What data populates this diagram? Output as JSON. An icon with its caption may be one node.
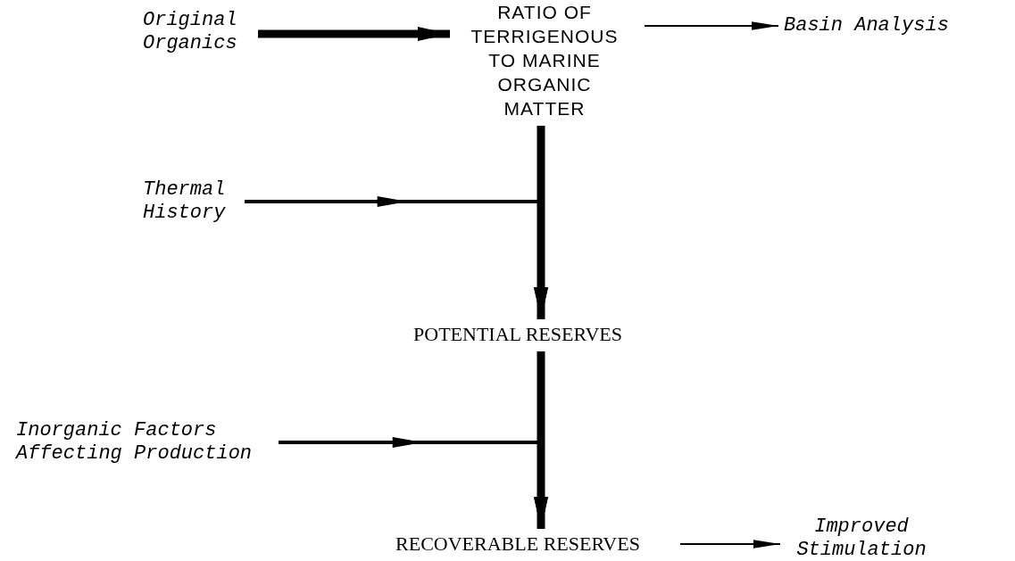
{
  "diagram": {
    "nodes": [
      {
        "text": [
          "Original Organics"
        ]
      },
      {
        "text": [
          "RATIO OF TERRIGENOUS TO MARINE ORGANIC MATTER"
        ]
      },
      {
        "text": [
          "Basin Analysis"
        ]
      },
      {
        "text": [
          "Thermal History"
        ]
      },
      {
        "text": [
          "POTENTIAL RESERVES"
        ]
      },
      {
        "text": [
          "Inorganic Factors Affecting Production"
        ]
      },
      {
        "text": [
          "RECOVERABLE RESERVES"
        ]
      },
      {
        "text": [
          "Improved Stimulation"
        ]
      }
    ],
    "edges": [
      {
        "from": 0,
        "to": 1,
        "arrow": "to",
        "style": "thick"
      },
      {
        "from": 1,
        "to": 2,
        "arrow": "to"
      },
      {
        "from": 1,
        "to": 4,
        "arrow": "to",
        "style": "thick"
      },
      {
        "from": 3,
        "to": 4,
        "arrow": "to"
      },
      {
        "from": 4,
        "to": 6,
        "arrow": "to",
        "style": "thick"
      },
      {
        "from": 5,
        "to": 6,
        "arrow": "to"
      },
      {
        "from": 6,
        "to": 7,
        "arrow": "to"
      }
    ]
  }
}
